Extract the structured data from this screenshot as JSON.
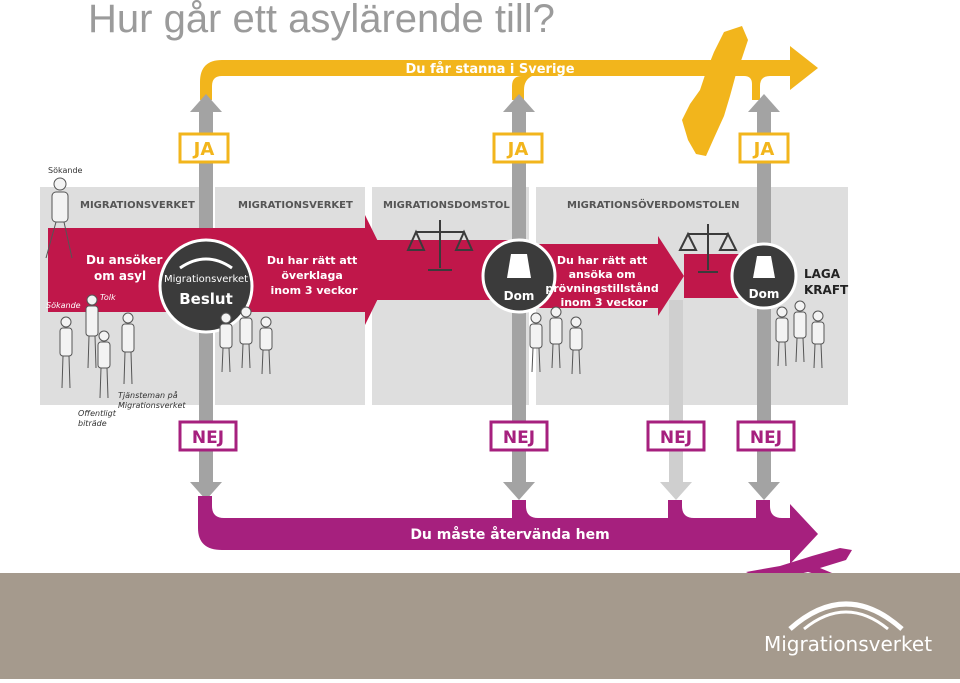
{
  "title": "Hur går ett asylärende till?",
  "top_bar_label": "Du får stanna i Sverige",
  "bottom_bar_label": "Du måste återvända hem",
  "ja_label": "JA",
  "nej_label": "NEJ",
  "sections": {
    "s1": "MIGRATIONSVERKET",
    "s2": "MIGRATIONSVERKET",
    "s3": "MIGRATIONSDOMSTOL",
    "s4": "MIGRATIONSÖVERDOMSTOLEN"
  },
  "apply_text": [
    "Du ansöker",
    "om asyl"
  ],
  "appeal1_text": [
    "Du har rätt att",
    "överklaga",
    "inom 3 veckor"
  ],
  "appeal2_text": [
    "Du har rätt att",
    "ansöka om",
    "prövningstillstånd",
    "inom 3 veckor"
  ],
  "decision": {
    "logo": "Migrationsverket",
    "label": "Beslut"
  },
  "dom_label": "Dom",
  "laga_kraft": [
    "LAGA",
    "KRAFT"
  ],
  "people_labels": {
    "sokande_top": "Sökande",
    "sokande_mid": "Sökande",
    "tolk": "Tolk",
    "tjansteman": [
      "Tjänsteman på",
      "Migrationsverket"
    ],
    "offentligt": [
      "Offentligt",
      "biträde"
    ]
  },
  "footer_logo": "Migrationsverket",
  "colors": {
    "crimson": "#c0174a",
    "yellow": "#f2b51c",
    "purple": "#a6207e",
    "gray_panel": "#dedede",
    "gray_arrow": "#a3a3a3",
    "footer": "#a59a8d",
    "dark_circle": "#3b3b3b"
  }
}
